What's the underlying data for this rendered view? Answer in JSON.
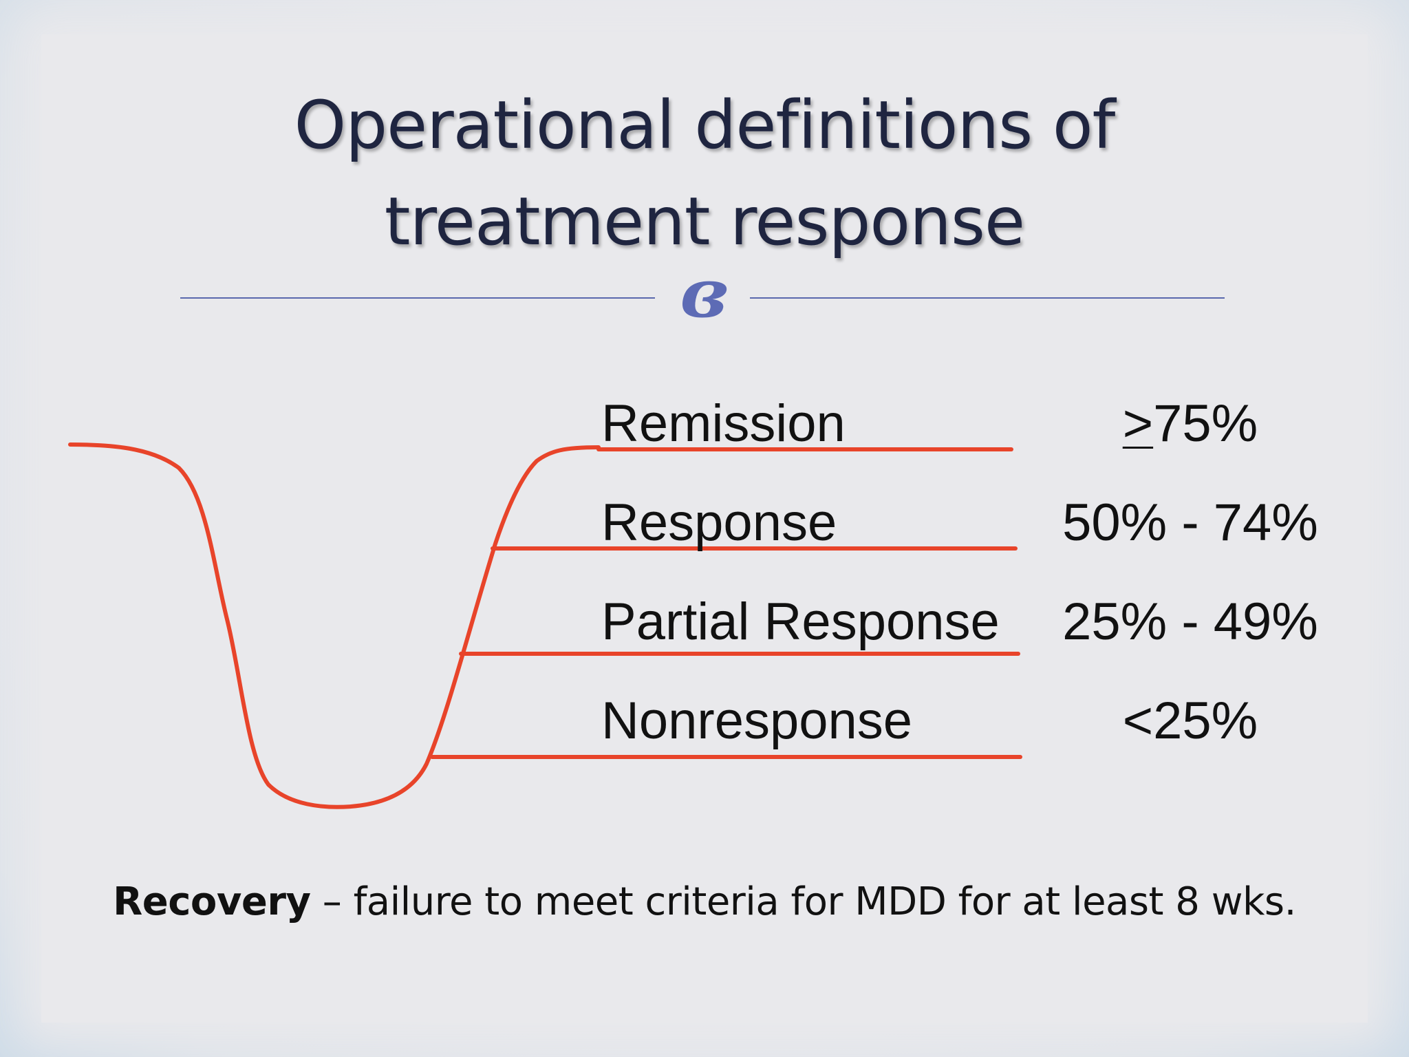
{
  "title": {
    "line1": "Operational definitions of",
    "line2": "treatment response"
  },
  "ornament": "ornament-swirl-icon",
  "levels": [
    {
      "label": "Remission",
      "prefix": ">",
      "value": "75%"
    },
    {
      "label": "Response",
      "value": "50% - 74%"
    },
    {
      "label": "Partial Response",
      "value": "25% - 49%"
    },
    {
      "label": "Nonresponse",
      "value": "<25%"
    }
  ],
  "footer": {
    "bold": "Recovery",
    "rest": " – failure to meet criteria for MDD for at least 8 wks."
  },
  "colors": {
    "curve": "#e8442a",
    "title": "#1f2540",
    "rule": "#5a68ad"
  }
}
